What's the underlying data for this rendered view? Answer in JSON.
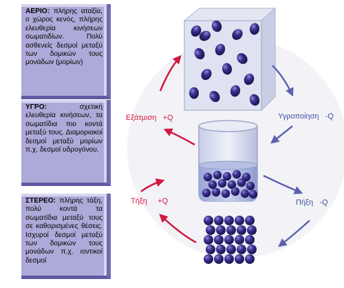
{
  "boxes": {
    "gas": {
      "title": "ΑΕΡΙΟ:",
      "text": "πλήρης αταξία, ο χώρος κενός, πλήρης ελευθερία κινήσεων σωματιδίων. Πολύ ασθενείς δεσμοί μεταξύ των δομικών τους μονάδων (μορίων)"
    },
    "liquid": {
      "title": "ΥΓΡΟ:",
      "text": "σχετική ελευθερία κινήσεων, τα σωματίδια πιο κοντά μεταξύ τους. Διαμοριακοί δεσμοί μεταξύ μορίων π.χ. δεσμοί υδρογόνου."
    },
    "solid": {
      "title": "ΣΤΕΡΕΟ:",
      "text": "πλήρης τάξη, πολύ κοντά τα σωματίδια μεταξύ τους σε καθορισμένες θέσεις. Ισχυροί δεσμοί μεταξύ των δομικών τους μονάδων π.χ. ιοντικοί δεσμοί"
    }
  },
  "labels": {
    "evaporation": "Εξάτμιση",
    "evaporation_q": "+Q",
    "condensation": "Υγροποίηση",
    "condensation_q": "-Q",
    "melting": "Τήξη",
    "melting_q": "+Q",
    "freezing": "Πήξη",
    "freezing_q": "-Q"
  },
  "colors": {
    "heat_in": "#d2183f",
    "heat_out": "#3d4fa1",
    "particle": "#3b2f8c",
    "box": "#ada9d8"
  }
}
